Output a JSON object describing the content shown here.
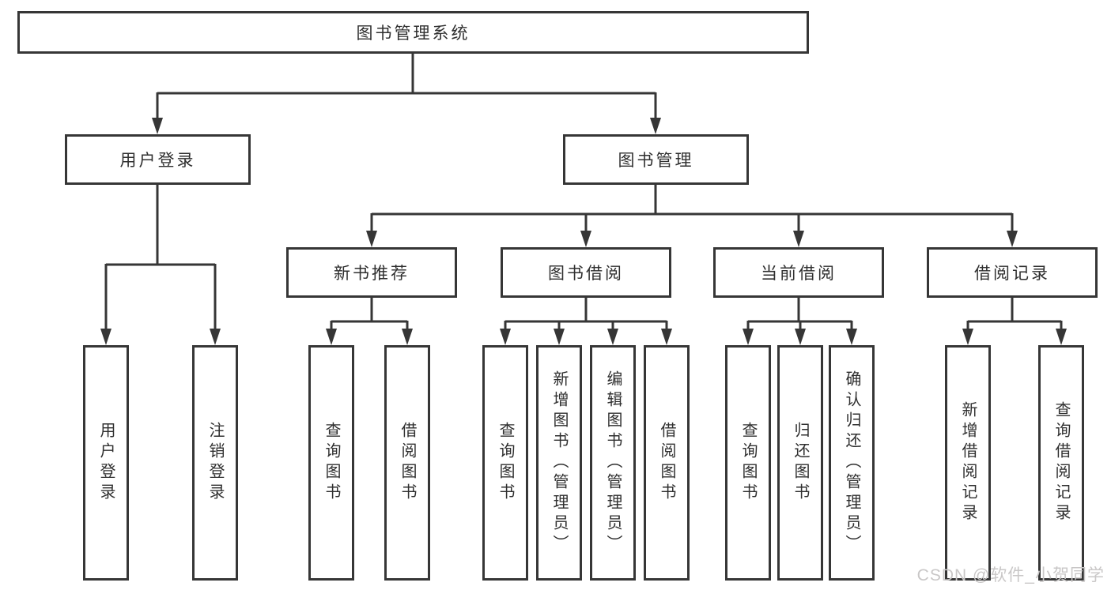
{
  "tree": {
    "root": {
      "label": "图书管理系统"
    },
    "children": [
      {
        "label": "用户登录",
        "children": [
          {
            "label": "用户登录"
          },
          {
            "label": "注销登录"
          }
        ]
      },
      {
        "label": "图书管理",
        "children": [
          {
            "label": "新书推荐",
            "children": [
              {
                "label": "查询图书"
              },
              {
                "label": "借阅图书"
              }
            ]
          },
          {
            "label": "图书借阅",
            "children": [
              {
                "label": "查询图书"
              },
              {
                "label": "新增图书（管理员）"
              },
              {
                "label": "编辑图书（管理员）"
              },
              {
                "label": "借阅图书"
              }
            ]
          },
          {
            "label": "当前借阅",
            "children": [
              {
                "label": "查询图书"
              },
              {
                "label": "归还图书"
              },
              {
                "label": "确认归还（管理员）"
              }
            ]
          },
          {
            "label": "借阅记录",
            "children": [
              {
                "label": "新增借阅记录"
              },
              {
                "label": "查询借阅记录"
              }
            ]
          }
        ]
      }
    ]
  },
  "watermark": "CSDN @软件_小贺同学",
  "colors": {
    "line": "#363636",
    "text": "#2f2f2f",
    "box_background": "#ffffff",
    "watermark": "#c9c7c7"
  }
}
